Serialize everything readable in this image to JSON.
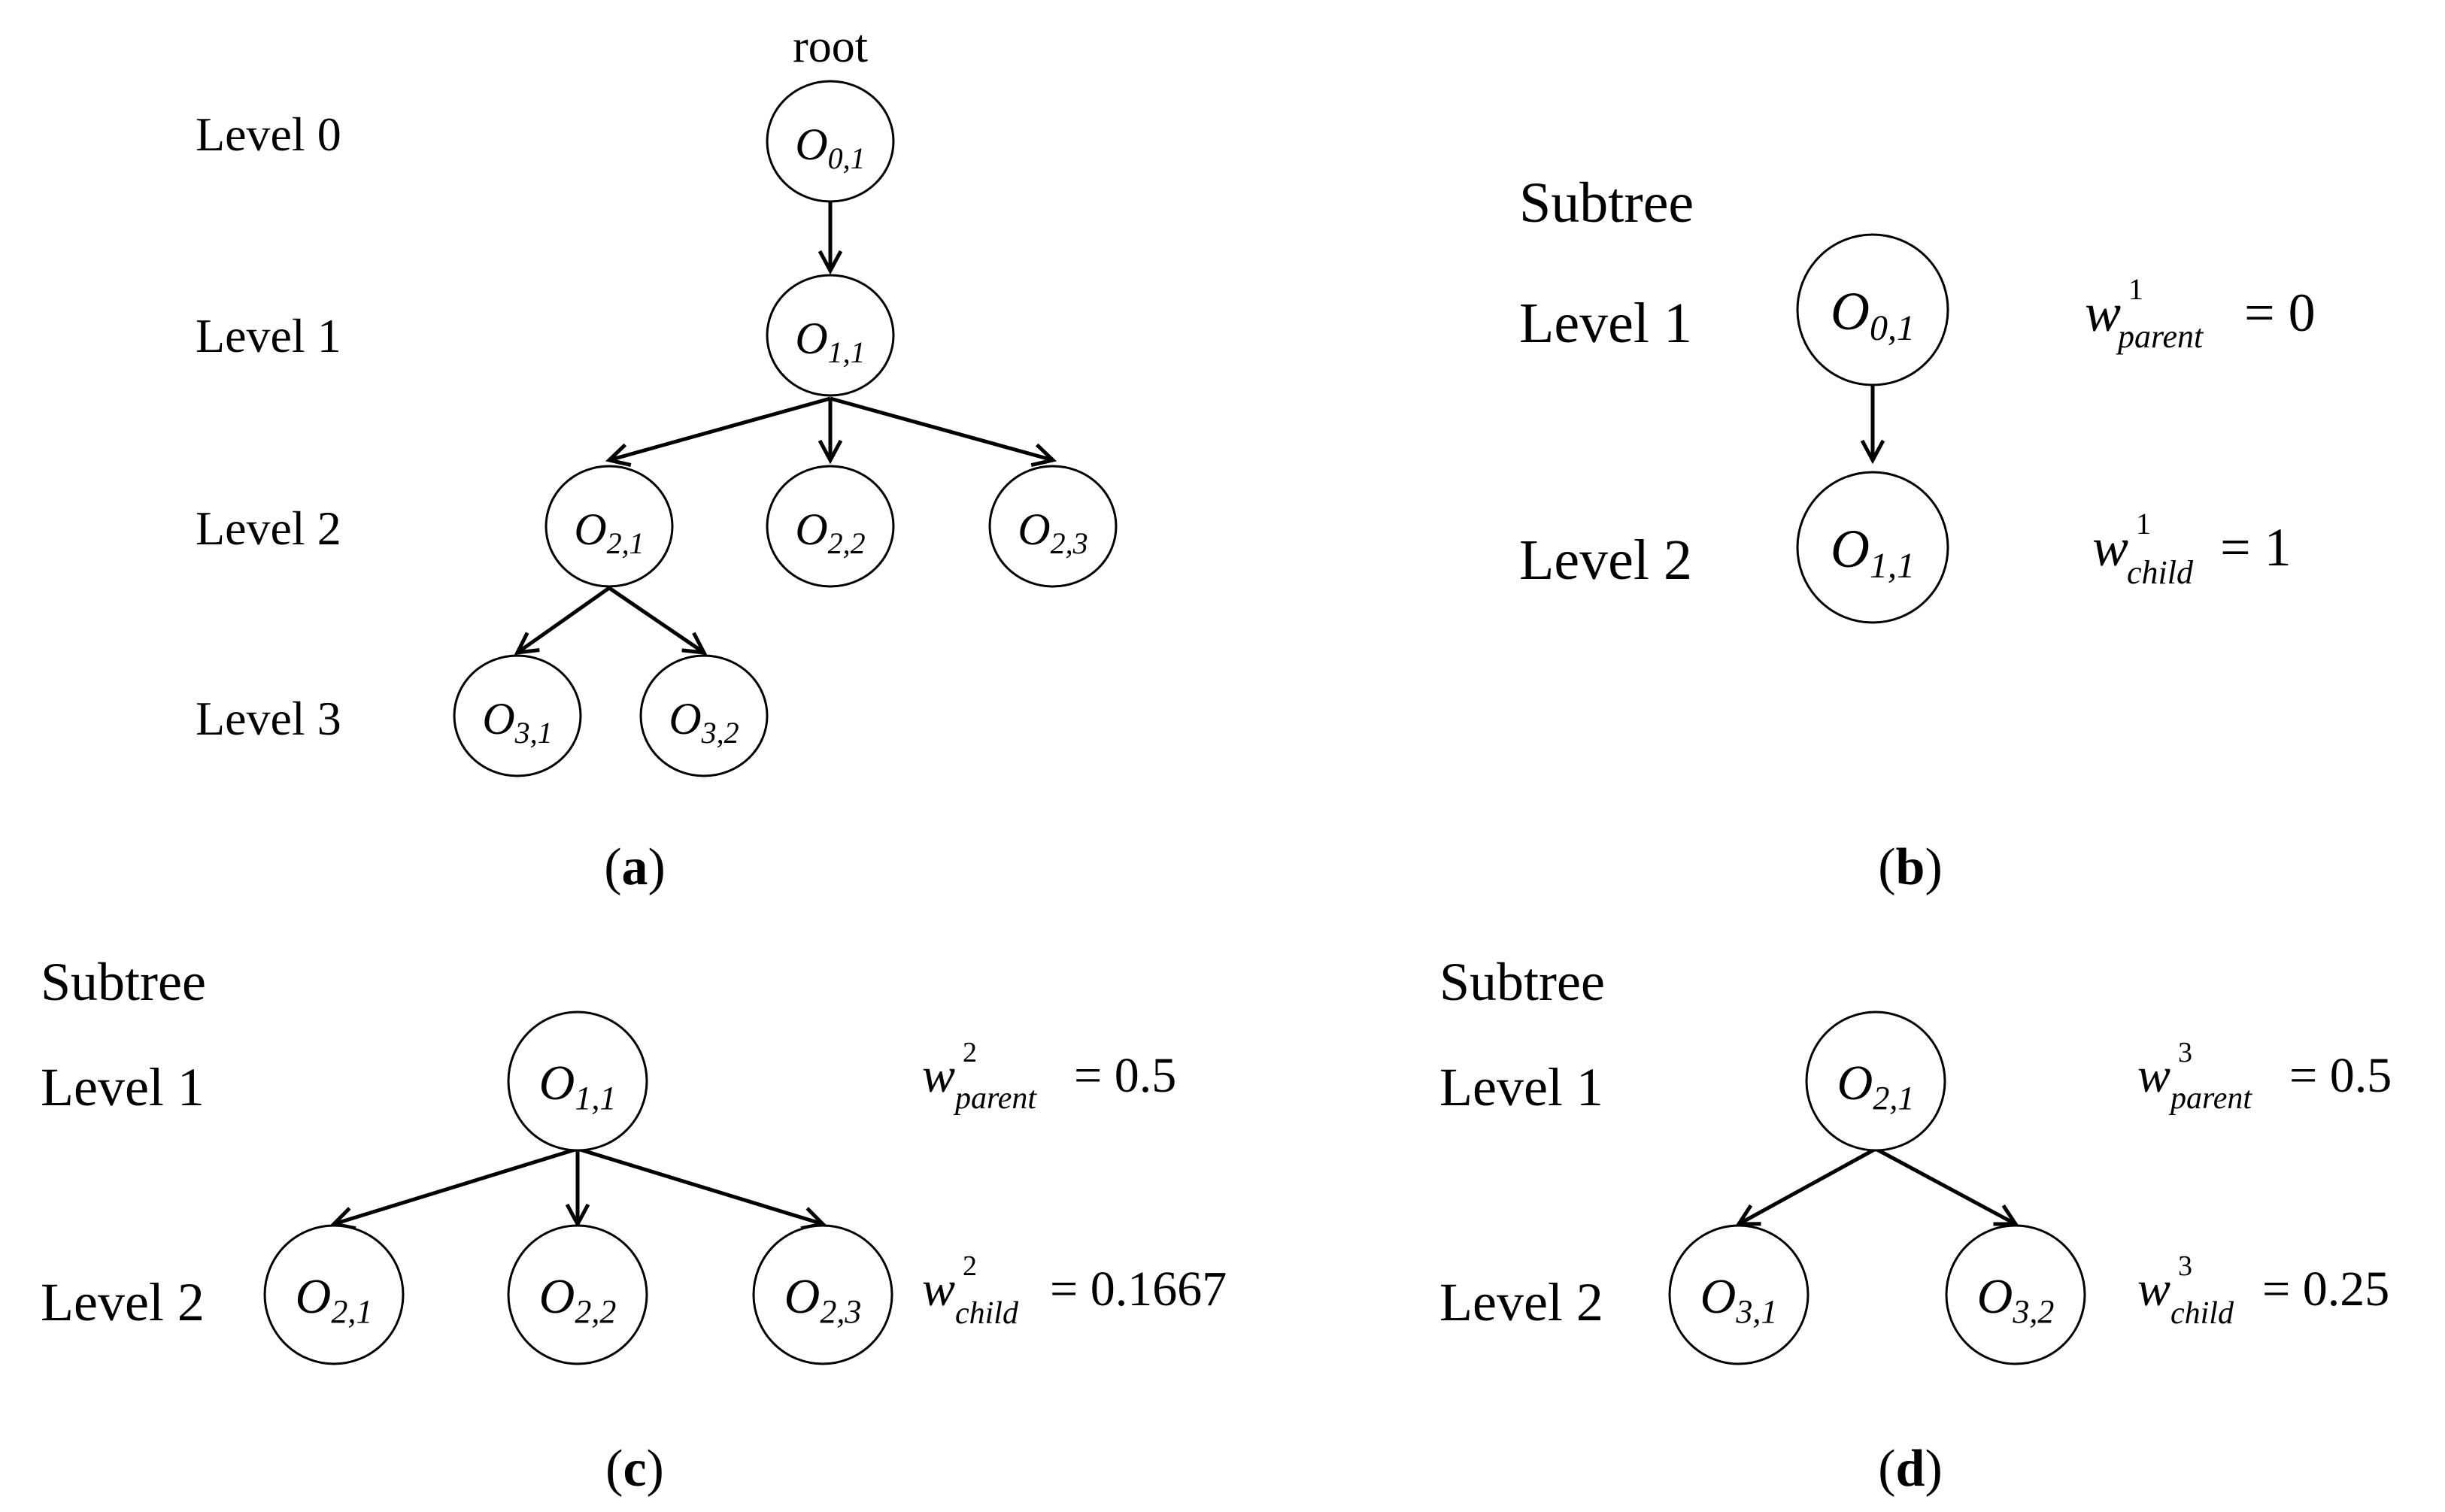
{
  "panel_a": {
    "root_label": "root",
    "levels": [
      "Level 0",
      "Level 1",
      "Level 2",
      "Level 3"
    ],
    "nodes": [
      {
        "base": "O",
        "sub": "0,1"
      },
      {
        "base": "O",
        "sub": "1,1"
      },
      {
        "base": "O",
        "sub": "2,1"
      },
      {
        "base": "O",
        "sub": "2,2"
      },
      {
        "base": "O",
        "sub": "2,3"
      },
      {
        "base": "O",
        "sub": "3,1"
      },
      {
        "base": "O",
        "sub": "3,2"
      }
    ],
    "caption": {
      "open": "(",
      "letter": "a",
      "close": ")"
    }
  },
  "panel_b": {
    "title": "Subtree",
    "levels": [
      "Level 1",
      "Level 2"
    ],
    "nodes": [
      {
        "base": "O",
        "sub": "0,1"
      },
      {
        "base": "O",
        "sub": "1,1"
      }
    ],
    "weights": [
      {
        "var": "w",
        "sup": "1",
        "sub": "parent",
        "eq": "= 0"
      },
      {
        "var": "w",
        "sup": "1",
        "sub": "child",
        "eq": "= 1"
      }
    ],
    "caption": {
      "open": "(",
      "letter": "b",
      "close": ")"
    }
  },
  "panel_c": {
    "title": "Subtree",
    "levels": [
      "Level 1",
      "Level 2"
    ],
    "nodes": [
      {
        "base": "O",
        "sub": "1,1"
      },
      {
        "base": "O",
        "sub": "2,1"
      },
      {
        "base": "O",
        "sub": "2,2"
      },
      {
        "base": "O",
        "sub": "2,3"
      }
    ],
    "weights": [
      {
        "var": "w",
        "sup": "2",
        "sub": "parent",
        "eq": "= 0.5"
      },
      {
        "var": "w",
        "sup": "2",
        "sub": "child",
        "eq": "= 0.1667"
      }
    ],
    "caption": {
      "open": "(",
      "letter": "c",
      "close": ")"
    }
  },
  "panel_d": {
    "title": "Subtree",
    "levels": [
      "Level 1",
      "Level 2"
    ],
    "nodes": [
      {
        "base": "O",
        "sub": "2,1"
      },
      {
        "base": "O",
        "sub": "3,1"
      },
      {
        "base": "O",
        "sub": "3,2"
      }
    ],
    "weights": [
      {
        "var": "w",
        "sup": "3",
        "sub": "parent",
        "eq": "= 0.5"
      },
      {
        "var": "w",
        "sup": "3",
        "sub": "child",
        "eq": "= 0.25"
      }
    ],
    "caption": {
      "open": "(",
      "letter": "d",
      "close": ")"
    }
  }
}
